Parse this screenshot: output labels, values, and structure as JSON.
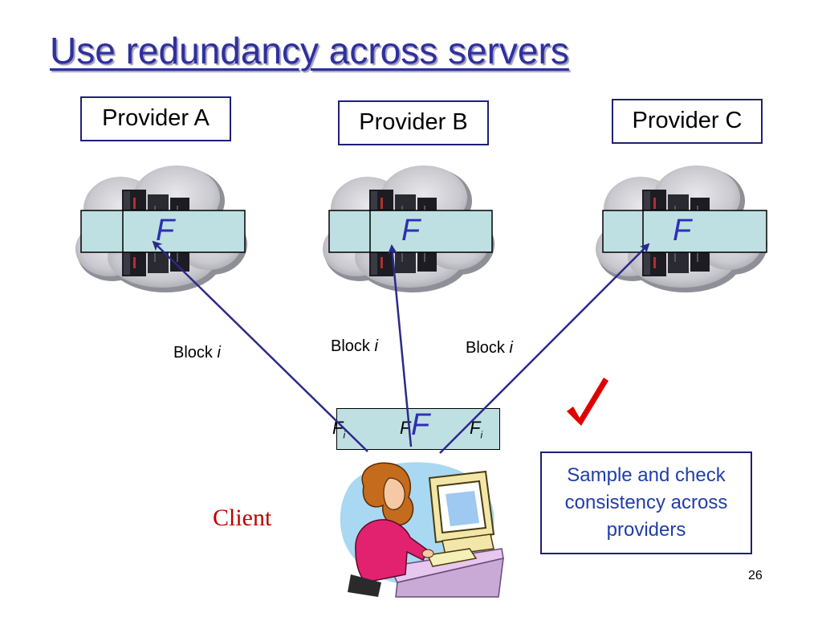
{
  "slide": {
    "title": "Use redundancy across servers",
    "page_number": "26"
  },
  "providers": [
    {
      "label": "Provider A",
      "file": "F"
    },
    {
      "label": "Provider B",
      "file": "F"
    },
    {
      "label": "Provider C",
      "file": "F"
    }
  ],
  "blocks": [
    {
      "label": "Block ",
      "index": "i"
    },
    {
      "label": "Block ",
      "index": "i"
    },
    {
      "label": "Block ",
      "index": "i"
    }
  ],
  "client_file": {
    "cells": [
      {
        "letter": "F",
        "sub": "i"
      },
      {
        "letter": "F",
        "sub": ""
      },
      {
        "letter": "F",
        "sub": "i"
      }
    ],
    "overlay": "F"
  },
  "client_label": "Client",
  "note": "Sample and check consistency across providers",
  "colors": {
    "title": "#2f2f9f",
    "accent_red": "#d00000",
    "arrow": "#2a2a8a",
    "bar_fill": "#bfe0e3"
  }
}
